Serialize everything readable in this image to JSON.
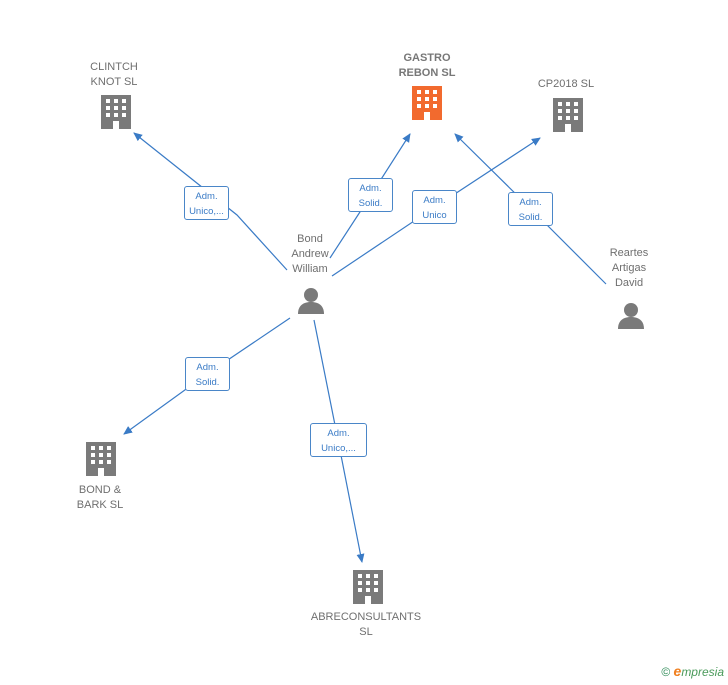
{
  "nodes": {
    "clintch": {
      "line1": "CLINTCH",
      "line2": "KNOT  SL"
    },
    "gastro": {
      "line1": "GASTRO",
      "line2": "REBON  SL"
    },
    "cp2018": {
      "line1": "CP2018  SL"
    },
    "bond": {
      "line1": "Bond",
      "line2": "Andrew",
      "line3": "William"
    },
    "reartes": {
      "line1": "Reartes",
      "line2": "Artigas",
      "line3": "David"
    },
    "bondbark": {
      "line1": "BOND &",
      "line2": "BARK  SL"
    },
    "abre": {
      "line1": "ABRECONSULTANTS",
      "line2": "SL"
    }
  },
  "roles": {
    "r_clintch": {
      "line1": "Adm.",
      "line2": "Unico,..."
    },
    "r_gastro": {
      "line1": "Adm.",
      "line2": "Solid."
    },
    "r_cp2018": {
      "line1": "Adm.",
      "line2": "Unico"
    },
    "r_reartes": {
      "line1": "Adm.",
      "line2": "Solid."
    },
    "r_bondbark": {
      "line1": "Adm.",
      "line2": "Solid."
    },
    "r_abre": {
      "line1": "Adm.",
      "line2": "Unico,..."
    }
  },
  "colors": {
    "edge": "#3a7bc6",
    "company": "#7a7a7a",
    "focus_company": "#f26a2e",
    "person": "#7a7a7a"
  },
  "icons": {
    "company": "building-icon",
    "person": "person-icon"
  },
  "footer": {
    "copyright": "©",
    "brand_first": "e",
    "brand_rest": "mpresia"
  }
}
